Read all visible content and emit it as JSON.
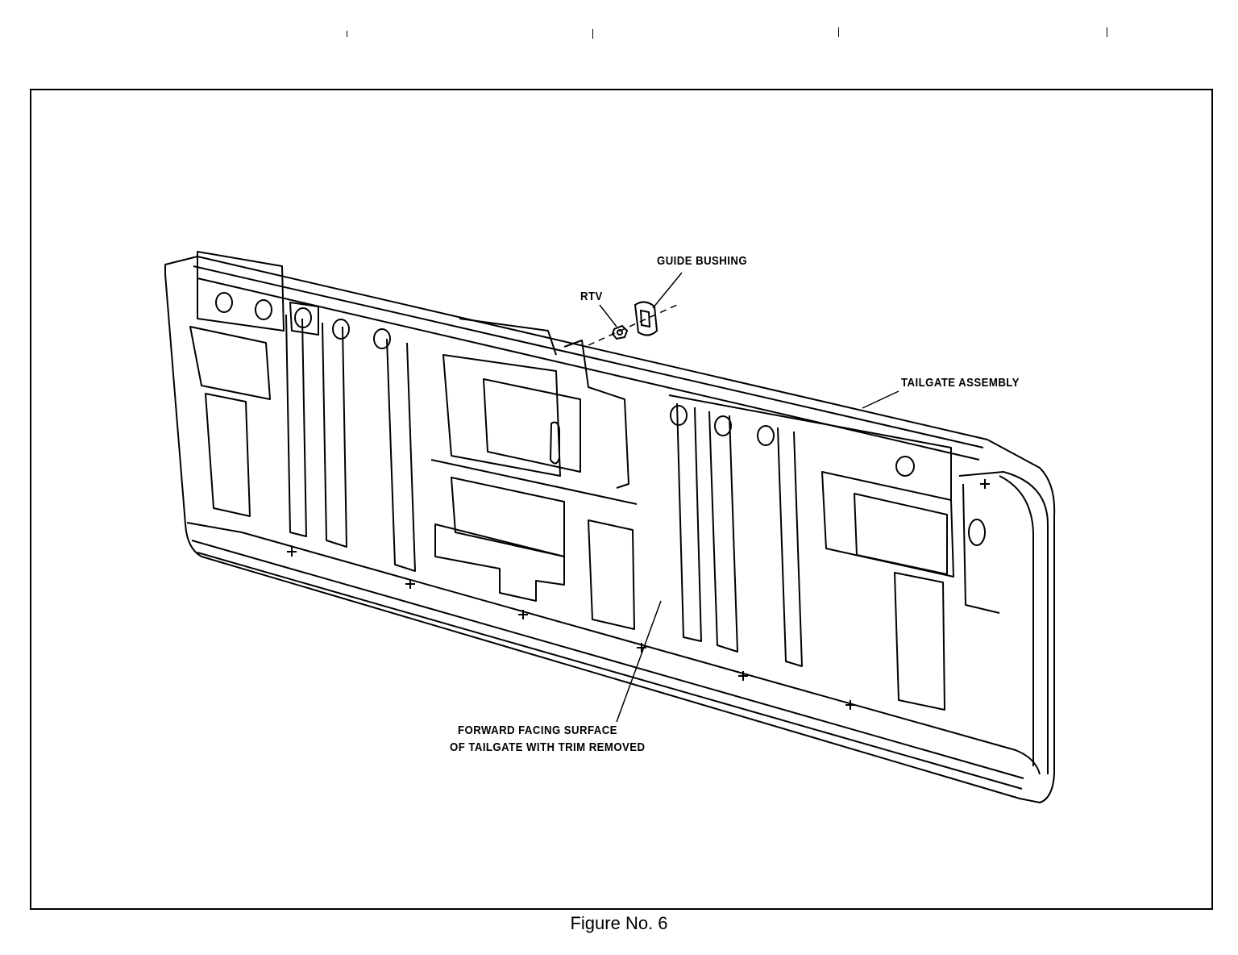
{
  "labels": {
    "guide_bushing": "GUIDE BUSHING",
    "rtv": "RTV",
    "tailgate_assembly": "TAILGATE ASSEMBLY",
    "forward_surface_line1": "FORWARD FACING SURFACE",
    "forward_surface_line2": "OF TAILGATE WITH TRIM REMOVED"
  },
  "caption": "Figure No. 6"
}
